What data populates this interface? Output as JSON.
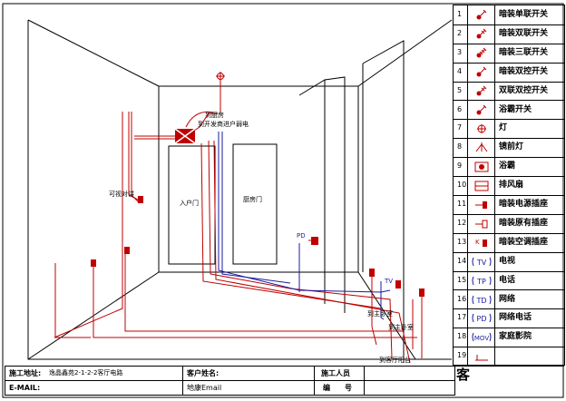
{
  "annotations": {
    "to_kitchen": "到厨房",
    "to_dev_entry": "到开发商进户弱电",
    "video_intercom": "可视对讲",
    "entry_door": "入户门",
    "kitchen_door": "厨房门",
    "pd_wall": "PD",
    "tv_wall": "TV",
    "to_second_bedroom": "到主卧室",
    "to_master_bedroom": "到主卧室",
    "to_balcony": "到客厅阳台"
  },
  "legend": {
    "items": [
      {
        "num": "1",
        "icon": "single-switch-icon",
        "label": "暗装单联开关"
      },
      {
        "num": "2",
        "icon": "double-switch-icon",
        "label": "暗装双联开关"
      },
      {
        "num": "3",
        "icon": "triple-switch-icon",
        "label": "暗装三联开关"
      },
      {
        "num": "4",
        "icon": "two-way-switch-icon",
        "label": "暗装双控开关"
      },
      {
        "num": "5",
        "icon": "double-two-way-switch-icon",
        "label": "双联双控开关"
      },
      {
        "num": "6",
        "icon": "bath-heater-switch-icon",
        "label": "浴霸开关"
      },
      {
        "num": "7",
        "icon": "lamp-icon",
        "label": "灯"
      },
      {
        "num": "8",
        "icon": "mirror-lamp-icon",
        "label": "镜前灯"
      },
      {
        "num": "9",
        "icon": "bath-heater-icon",
        "label": "浴霸"
      },
      {
        "num": "10",
        "icon": "exhaust-fan-icon",
        "label": "排风扇"
      },
      {
        "num": "11",
        "icon": "power-socket-icon",
        "label": "暗装电源插座"
      },
      {
        "num": "12",
        "icon": "existing-socket-icon",
        "label": "暗装原有插座"
      },
      {
        "num": "13",
        "icon": "ac-socket-icon",
        "label": "暗装空调插座"
      },
      {
        "num": "14",
        "icon": "tv-socket-icon",
        "label": "电视",
        "sym": "TV"
      },
      {
        "num": "15",
        "icon": "phone-socket-icon",
        "label": "电话",
        "sym": "TP"
      },
      {
        "num": "16",
        "icon": "network-socket-icon",
        "label": "网络",
        "sym": "TD"
      },
      {
        "num": "17",
        "icon": "network-phone-socket-icon",
        "label": "网络电话",
        "sym": "PD"
      },
      {
        "num": "18",
        "icon": "home-theater-icon",
        "label": "家庭影院",
        "sym": "MOV"
      },
      {
        "num": "19",
        "icon": "misc-icon",
        "label": ""
      }
    ]
  },
  "titleblock": {
    "address_label": "施工地址:",
    "address_value": "逸晶鑫苑2-1-2-2客厅电路",
    "client_label": "客户姓名:",
    "worker_label": "施工人员",
    "email_label": "E-MAIL:",
    "email_value": "地康Email",
    "number_label": "编　　号",
    "overflow_text": "客"
  },
  "colors": {
    "power": "#c00000",
    "weak": "#1a1aa0",
    "line": "#000000"
  }
}
